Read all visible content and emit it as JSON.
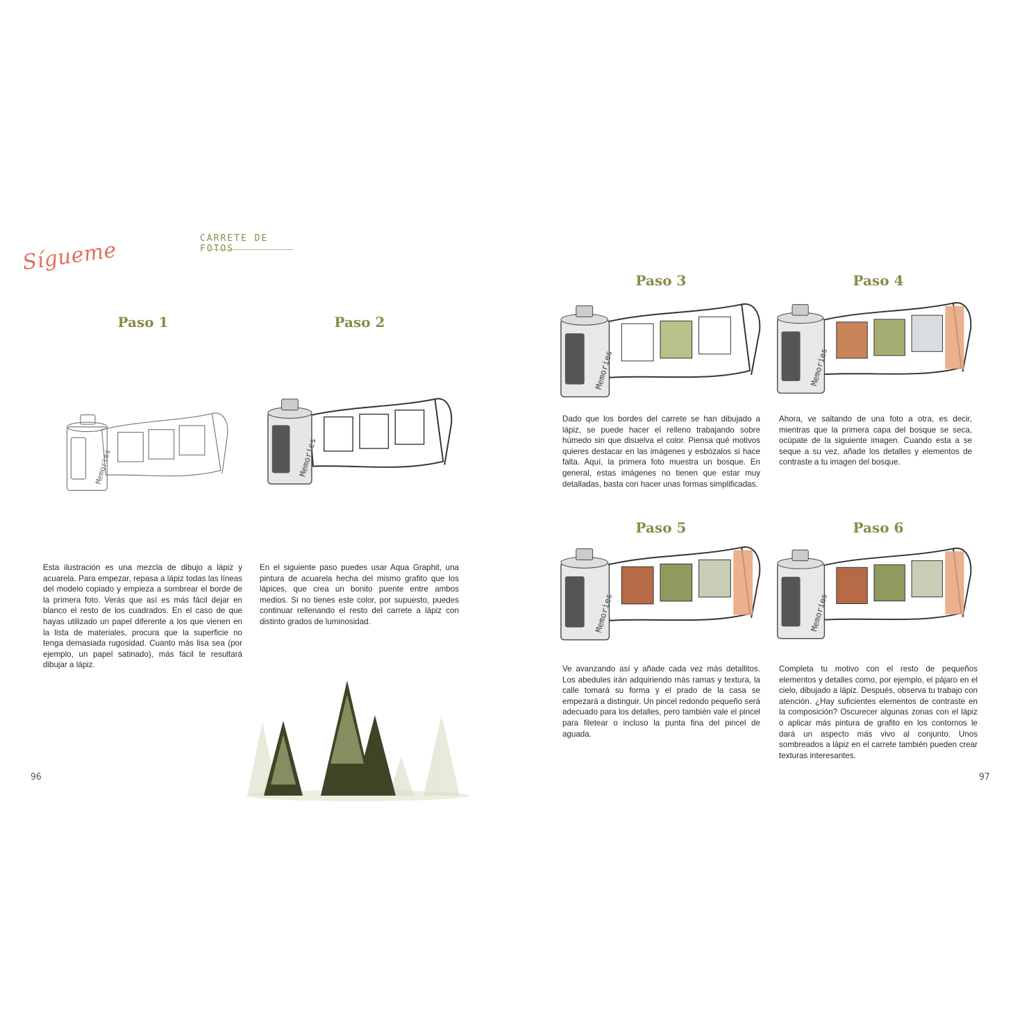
{
  "brand": "Sígueme",
  "section_title": "CARRETE DE FOTOS",
  "steps": [
    {
      "title": "Paso 1",
      "text": "Esta ilustración es una mezcla de dibujo a lápiz y acuarela. Para empezar, repasa a lápiz todas las líneas del modelo copiado y empieza a sombrear el borde de la primera foto. Verás que así es más fácil dejar en blanco el resto de los cuadrados. En el caso de que hayas utilizado un papel diferente a los que vienen en la lista de materiales, procura que la superficie no tenga demasiada rugosidad. Cuanto más lisa sea (por ejemplo, un papel satinado), más fácil te resultará dibujar a lápiz."
    },
    {
      "title": "Paso 2",
      "text": "En el siguiente paso puedes usar Aqua Graphit, una pintura de acuarela hecha del mismo grafito que los lápices, que crea un bonito puente entre ambos medios. Si no tienes este color, por supuesto, puedes continuar rellenando el resto del carrete a lápiz con distinto grados de luminosidad."
    },
    {
      "title": "Paso 3",
      "text": "Dado que los bordes del carrete se han dibujado a lápiz, se puede hacer el relleno trabajando sobre húmedo sin que disuelva el color. Piensa qué motivos quieres destacar en las imágenes y esbózalos si hace falta. Aquí, la primera foto muestra un bosque. En general, estas imágenes no tienen que estar muy detalladas, basta con hacer unas formas simplificadas."
    },
    {
      "title": "Paso 4",
      "text": "Ahora, ve saltando de una foto a otra, es decir, mientras que la primera capa del bosque se seca, ocúpate de la siguiente imagen. Cuando esta a se seque a su vez, añade los detalles y elementos de contraste a tu imagen del bosque."
    },
    {
      "title": "Paso 5",
      "text": "Ve avanzando así y añade cada vez más detallitos. Los abedules irán adquiriendo más ramas y textura, la calle tomará su forma y el prado de la casa se empezará a distinguir. Un pincel redondo pequeño será adecuado para los detalles, pero también vale el pincel para filetear o incluso la punta fina del pincel de aguada."
    },
    {
      "title": "Paso 6",
      "text": "Completa tu motivo con el resto de pequeños elementos y detalles como, por ejemplo, el pájaro en el cielo, dibujado a lápiz. Después, observa tu trabajo con atención. ¿Hay suficientes elementos de contraste en la composición? Oscurecer algunas zonas con el lápiz o aplicar más pintura de grafito en los contornos le dará un aspecto más vivo al conjunto. Unos sombreados a lápiz en el carrete también pueden crear texturas interesantes."
    }
  ],
  "canister_label": "Memories",
  "page_left": "96",
  "page_right": "97",
  "colors": {
    "accent": "#8a8a4a",
    "brand": "#e0705f"
  }
}
